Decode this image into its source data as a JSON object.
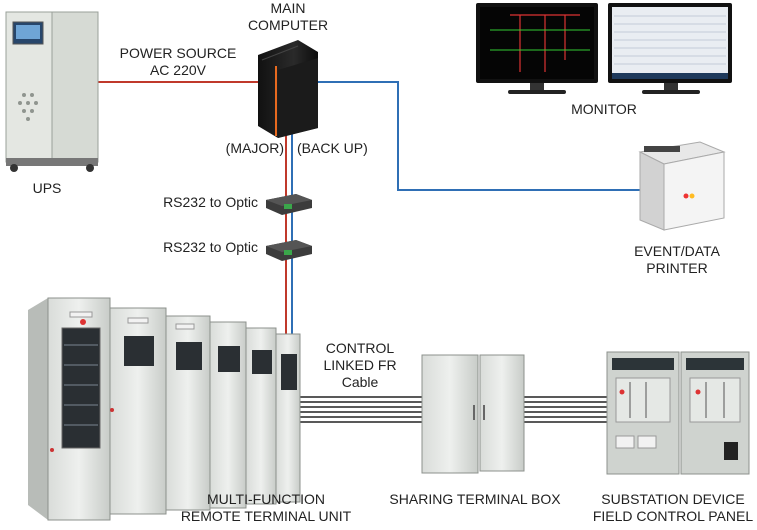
{
  "labels": {
    "main_computer": [
      "MAIN",
      "COMPUTER"
    ],
    "power_source": [
      "POWER SOURCE",
      "AC 220V"
    ],
    "ups": "UPS",
    "major": "(MAJOR)",
    "backup": "(BACK UP)",
    "rs232_a": "RS232 to Optic",
    "rs232_b": "RS232 to Optic",
    "monitor": "MONITOR",
    "printer": [
      "EVENT/DATA",
      "PRINTER"
    ],
    "control_cable": [
      "CONTROL",
      "LINKED FR",
      "Cable"
    ],
    "rtu": [
      "MULTI-FUNCTION",
      "REMOTE TERMINAL UNIT"
    ],
    "sharing_box": "SHARING TERMINAL BOX",
    "substation": [
      "SUBSTATION DEVICE",
      "FIELD CONTROL PANEL"
    ]
  },
  "colors": {
    "power_line": "#c0392b",
    "data_line": "#2f6fb5",
    "cable": "#222222"
  }
}
